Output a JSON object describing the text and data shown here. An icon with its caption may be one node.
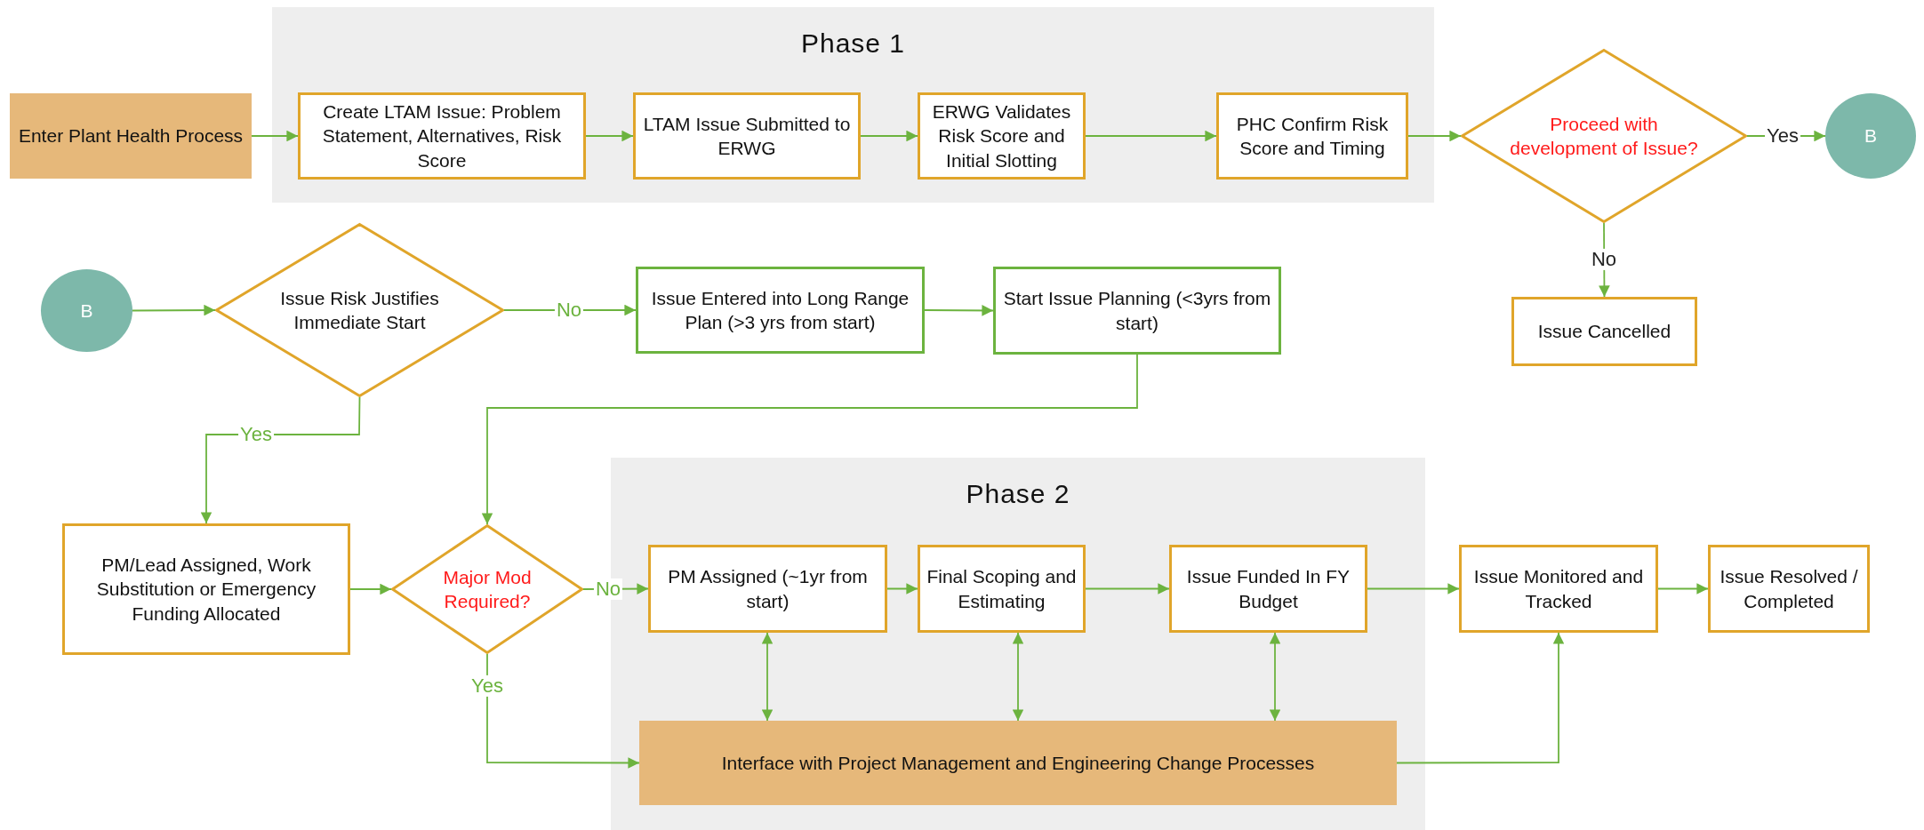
{
  "diagram": {
    "nodes": [
      {
        "text": [
          "Phase 1"
        ]
      },
      {
        "text": [
          "Enter Plant Health Process"
        ]
      },
      {
        "text": [
          "Create LTAM Issue: Problem Statement, Alternatives, Risk Score"
        ],
        "in": 0
      },
      {
        "text": [
          "LTAM Issue Submitted to ERWG"
        ],
        "in": 0
      },
      {
        "text": [
          "ERWG Validates Risk Score and Initial Slotting"
        ],
        "in": 0
      },
      {
        "text": [
          "PHC Confirm Risk Score and Timing"
        ],
        "in": 0
      },
      {
        "text": [
          "Proceed with development of Issue?"
        ]
      },
      {
        "text": [
          "B"
        ]
      },
      {
        "text": [
          "Issue Cancelled"
        ]
      },
      {
        "text": [
          "B"
        ]
      },
      {
        "text": [
          "Issue Risk Justifies Immediate Start"
        ]
      },
      {
        "text": [
          "Issue Entered into Long Range Plan (>3 yrs from start)"
        ]
      },
      {
        "text": [
          "Start Issue Planning (<3yrs from start)"
        ]
      },
      {
        "text": [
          "PM/Lead Assigned, Work Substitution or Emergency Funding Allocated"
        ]
      },
      {
        "text": [
          "Major Mod Required?"
        ]
      },
      {
        "text": [
          "Phase 2"
        ]
      },
      {
        "text": [
          "PM Assigned (~1yr from start)"
        ],
        "in": 15
      },
      {
        "text": [
          "Final Scoping and Estimating"
        ],
        "in": 15
      },
      {
        "text": [
          "Issue Funded In FY Budget"
        ],
        "in": 15
      },
      {
        "text": [
          "Issue Monitored and Tracked"
        ]
      },
      {
        "text": [
          "Issue Resolved / Completed"
        ]
      },
      {
        "text": [
          "Interface with Project Management and Engineering Change Processes"
        ],
        "in": 15
      }
    ],
    "edges": [
      {
        "from": 1,
        "to": 2,
        "arrow": "to"
      },
      {
        "from": 2,
        "to": 3,
        "arrow": "to"
      },
      {
        "from": 3,
        "to": 4,
        "arrow": "to"
      },
      {
        "from": 4,
        "to": 5,
        "arrow": "to"
      },
      {
        "from": 5,
        "to": 6,
        "arrow": "to"
      },
      {
        "from": 6,
        "to": 7,
        "arrow": "to",
        "label": "Yes"
      },
      {
        "from": 6,
        "to": 8,
        "arrow": "to",
        "label": "No"
      },
      {
        "from": 9,
        "to": 10,
        "arrow": "to"
      },
      {
        "from": 10,
        "to": 11,
        "arrow": "to",
        "label": "No"
      },
      {
        "from": 11,
        "to": 12,
        "arrow": "to"
      },
      {
        "from": 12,
        "to": 14,
        "arrow": "to"
      },
      {
        "from": 10,
        "to": 13,
        "arrow": "to",
        "label": "Yes"
      },
      {
        "from": 13,
        "to": 14,
        "arrow": "to"
      },
      {
        "from": 14,
        "to": 16,
        "arrow": "to",
        "label": "No"
      },
      {
        "from": 14,
        "to": 21,
        "arrow": "to",
        "label": "Yes"
      },
      {
        "from": 16,
        "to": 17,
        "arrow": "to"
      },
      {
        "from": 17,
        "to": 18,
        "arrow": "to"
      },
      {
        "from": 18,
        "to": 19,
        "arrow": "to"
      },
      {
        "from": 19,
        "to": 20,
        "arrow": "to"
      },
      {
        "from": 16,
        "to": 21,
        "arrow": "both"
      },
      {
        "from": 17,
        "to": 21,
        "arrow": "both"
      },
      {
        "from": 18,
        "to": 21,
        "arrow": "both"
      },
      {
        "from": 21,
        "to": 19,
        "arrow": "to"
      }
    ]
  }
}
